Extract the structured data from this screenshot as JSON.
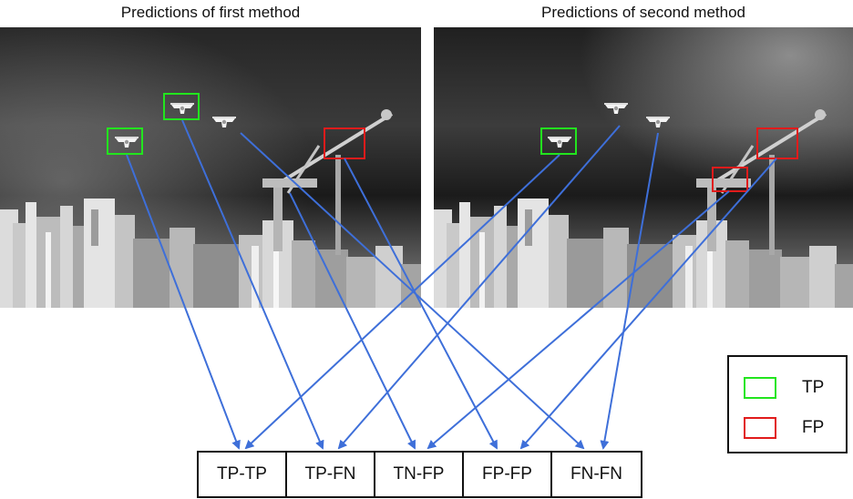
{
  "panels": {
    "left_title": "Predictions of first method",
    "right_title": "Predictions of second method"
  },
  "legend": [
    {
      "label": "TP",
      "color": "#22e51e"
    },
    {
      "label": "FP",
      "color": "#e11b1b"
    }
  ],
  "outcomes": [
    "TP-TP",
    "TP-FN",
    "TN-FP",
    "FP-FP",
    "FN-FN"
  ],
  "colors": {
    "arrow": "#3e6fd9",
    "tp_box": "#22e51e",
    "fp_box": "#e11b1b"
  },
  "icons": [
    "drone-icon"
  ]
}
